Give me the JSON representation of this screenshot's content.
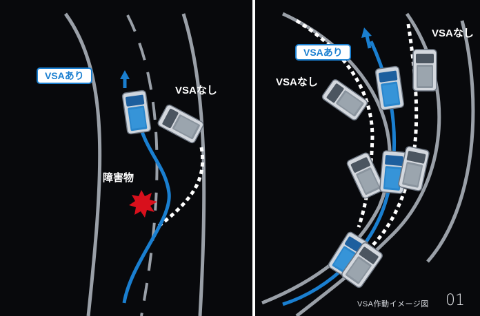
{
  "left_panel": {
    "vsa_on_label": "VSAあり",
    "vsa_off_label": "VSAなし",
    "obstacle_label": "障害物"
  },
  "right_panel": {
    "vsa_on_label": "VSAあり",
    "vsa_off_label_top": "VSAなし",
    "vsa_off_label_left": "VSAなし",
    "caption": "VSA作動イメージ図",
    "page_number": "01"
  },
  "colors": {
    "background": "#08090c",
    "road_lines": "#9aa0a8",
    "vsa_on_path": "#1a7fd0",
    "vsa_off_path": "#ffffff",
    "obstacle": "#d8101c"
  },
  "icons": [
    "car-icon",
    "arrow-up-icon",
    "obstacle-burst-icon"
  ]
}
